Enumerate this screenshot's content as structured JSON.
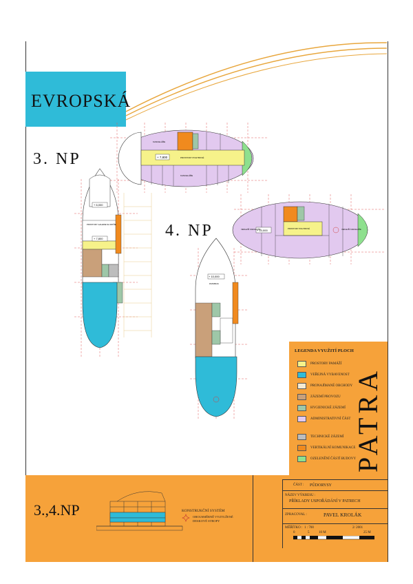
{
  "title": "EVROPSKÁ",
  "floor_labels": {
    "np3": "3. NP",
    "np4": "4. NP"
  },
  "plan_labels": {
    "np3_top_elev": "+ 7,800",
    "np3_top_center": "PROSTORY POHYBOVÉ",
    "np3_top_left": "KANCELÁŘE",
    "np3_top_bottom": "KANCELÁŘE",
    "np3_long_top_elev": "+ 6,000",
    "np3_long_mid": "PROSTORY GALERIE NA PATŘE",
    "np3_long_elev2": "+ 7,800",
    "np4_top_elev": "+ 10,000",
    "np4_top_left": "VEDLEJŠÍ KANCELÁŘE",
    "np4_top_right": "VEDLEJŠÍ KANCELÁŘE",
    "np4_top_center": "PROSTORY POHYBOVÉ",
    "np4_long_elev": "+ 10,000",
    "np4_long_mid": "PATRBOK"
  },
  "legend": {
    "title": "LEGENDA VYUŽITÍ PLOCH",
    "items": [
      {
        "label": "PROSTORY PAMÁŽÍ",
        "color": "#f6f28a"
      },
      {
        "label": "VEŘEJNÁ VYBAVENOST",
        "color": "#2fbbd8"
      },
      {
        "label": "PRONAJÍMANÉ OBCHODY",
        "color": "#f4ead2"
      },
      {
        "label": "ZÁZEMÍ PROVOZU",
        "color": "#c9a07a"
      },
      {
        "label": "HYGIENICKÉ ZÁZEMÍ",
        "color": "#9ec7a8"
      },
      {
        "label": "ADMINISTRATIVNÍ ČÁST",
        "color": "#e2c9ef"
      },
      {
        "label": "TECHNICKÉ ZÁZEMÍ",
        "color": "#bdbdbd"
      },
      {
        "label": "VERTIKÁLNÍ KOMUNIKACE",
        "color": "#f08a1e"
      },
      {
        "label": "OZELENĚNÍ ČÁSTÍ BUDOVY",
        "color": "#8ee08e"
      }
    ]
  },
  "side_title": "PATRA",
  "bottom_title": "3.,4.NP",
  "structural_system": {
    "title": "KONSTRUKČNÍ SYSTÉM",
    "desc": "OBOUSMĚRNĚ VYZTUŽENÉ DESKOVÉ STROPY"
  },
  "title_block": {
    "part_label": "ČÁST :",
    "part_value": "PŮDORYSY",
    "name_label": "NÁZEV VÝKRESU :",
    "name_value": "PŘÍKLADY USPOŘÁDÁNÍ V PATRECH",
    "author_label": "ZPRACOVAL :",
    "author_value": "PAVEL KROLÁK",
    "scale_label": "MĚŘÍTKO :",
    "scale_value": "1 : 700",
    "date_value": "2/ 2001",
    "scale_ticks": [
      "0",
      "5",
      "10 M",
      "25 M"
    ]
  },
  "colors": {
    "orange": "#f6a23a",
    "cyan": "#2fbbd8",
    "arc": "#e8a63c",
    "grid": "#e05a5a"
  }
}
